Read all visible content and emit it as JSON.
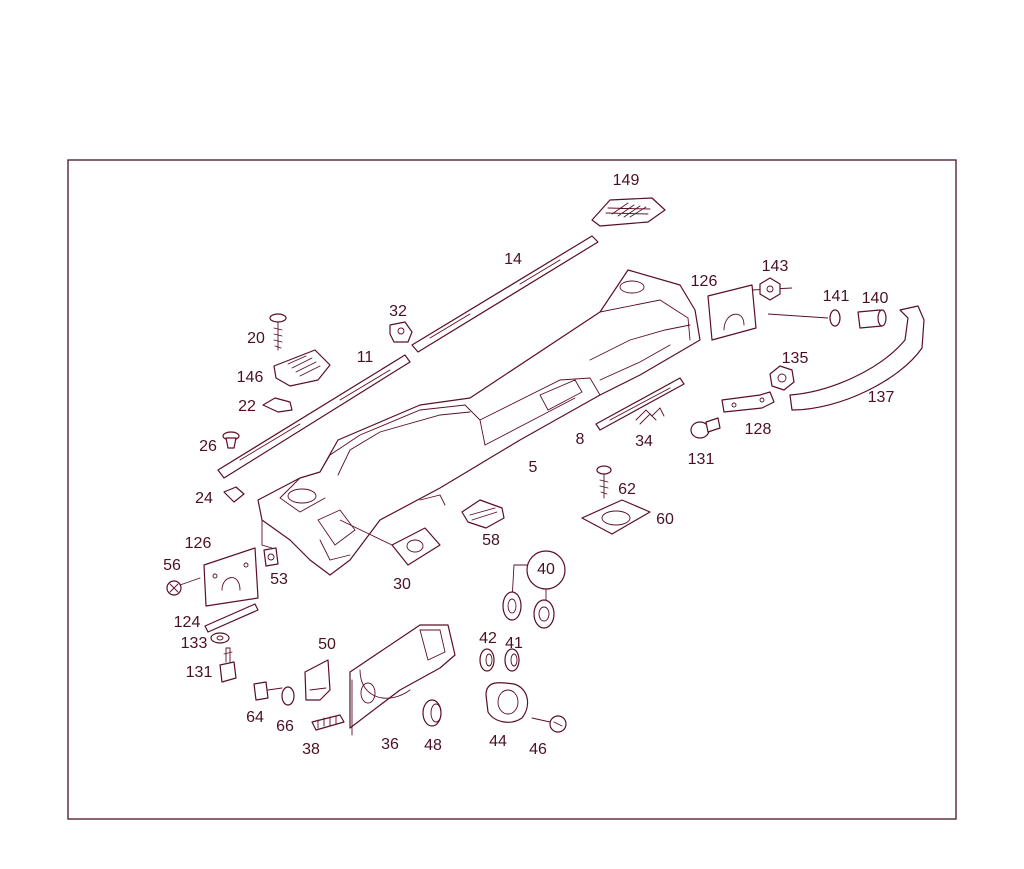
{
  "diagram": {
    "callouts": [
      "149",
      "14",
      "126",
      "143",
      "141",
      "140",
      "32",
      "20",
      "11",
      "146",
      "135",
      "137",
      "22",
      "26",
      "8",
      "34",
      "128",
      "131",
      "5",
      "62",
      "60",
      "24",
      "126",
      "56",
      "58",
      "30",
      "53",
      "40",
      "124",
      "133",
      "50",
      "42",
      "41",
      "131",
      "64",
      "66",
      "38",
      "36",
      "48",
      "44",
      "46"
    ],
    "colors": {
      "line": "#5a1024",
      "text": "#4a1020",
      "background": "#ffffff"
    }
  }
}
